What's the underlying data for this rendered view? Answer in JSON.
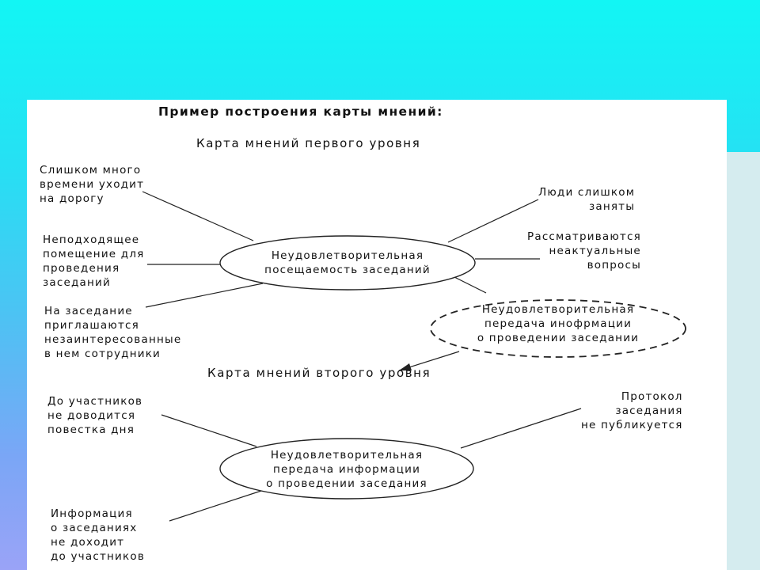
{
  "title": "Пример построения карты мнений:",
  "level1": {
    "heading": "Карта мнений первого уровня",
    "center": "Неудовлетворительная\nпосещаемость заседаний",
    "causes": [
      "Слишком много\nвремени уходит\nна дорогу",
      "Неподходящее\nпомещение для\nпроведения\nзаседаний",
      "На заседание\nприглашаются\nнезаинтересованные\nв нем сотрудники",
      "Люди слишком\nзаняты",
      "Рассматриваются\nнеактуальные\nвопросы"
    ],
    "dashed_node": "Неудовлетворительная\nпередача инофрмации\nо проведении заседании"
  },
  "level2": {
    "heading": "Карта мнений второго уровня",
    "center": "Неудовлетворительная\nпередача информации\nо проведении заседания",
    "causes": [
      "До участников\nне доводится\nповестка дня",
      "Протокол\nзаседания\nне публикуется",
      "Информация\nо заседаниях\nне доходит\nдо участников"
    ]
  }
}
